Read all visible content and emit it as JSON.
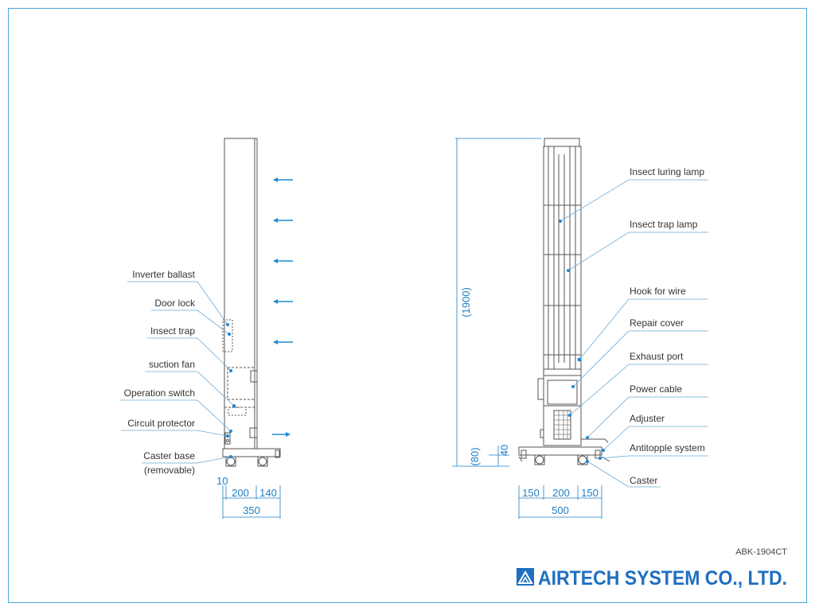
{
  "side_view": {
    "labels": {
      "inverter_ballast": "Inverter ballast",
      "door_lock": "Door lock",
      "insect_trap": "Insect trap",
      "suction_fan": "suction fan",
      "operation_switch": "Operation switch",
      "circuit_protector": "Circuit protector",
      "caster_base": "Caster base",
      "caster_base_note": "(removable)"
    },
    "dims": {
      "offset": "10",
      "width_a": "200",
      "width_b": "140",
      "total": "350"
    }
  },
  "front_view": {
    "labels": {
      "insect_luring_lamp": "Insect luring lamp",
      "insect_trap_lamp": "Insect trap lamp",
      "hook_for_wire": "Hook for wire",
      "repair_cover": "Repair cover",
      "exhaust_port": "Exhaust port",
      "power_cable": "Power cable",
      "adjuster": "Adjuster",
      "antitopple_system": "Antitopple system",
      "caster": "Caster"
    },
    "dims": {
      "height": "(1900)",
      "base_height": "(80)",
      "base_offset": "40",
      "width_a": "150",
      "width_b": "200",
      "width_c": "150",
      "total": "500"
    }
  },
  "footer": {
    "model": "ABK-1904CT",
    "company": "AIRTECH SYSTEM CO., LTD."
  },
  "colors": {
    "frame": "#4aa8de",
    "dimension": "#1e7fc6",
    "arrow": "#1e8ad6",
    "brand": "#1f6fbf",
    "line": "#555555"
  }
}
